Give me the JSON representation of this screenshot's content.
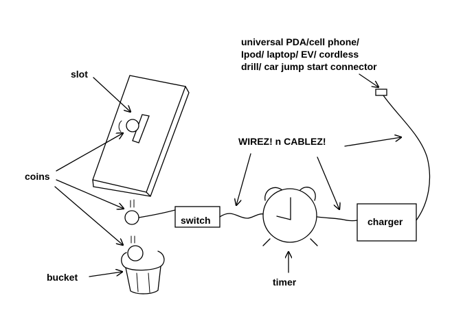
{
  "labels": {
    "slot": "slot",
    "coins": "coins",
    "bucket": "bucket",
    "switch": "switch",
    "timer": "timer",
    "charger": "charger",
    "wires": "WIREZ! n CABLEZ!",
    "connector_line1": "universal PDA/cell phone/",
    "connector_line2": "Ipod/ laptop/ EV/ cordless",
    "connector_line3": "drill/ car jump start connector"
  },
  "colors": {
    "ink": "#000000",
    "background": "#ffffff"
  }
}
